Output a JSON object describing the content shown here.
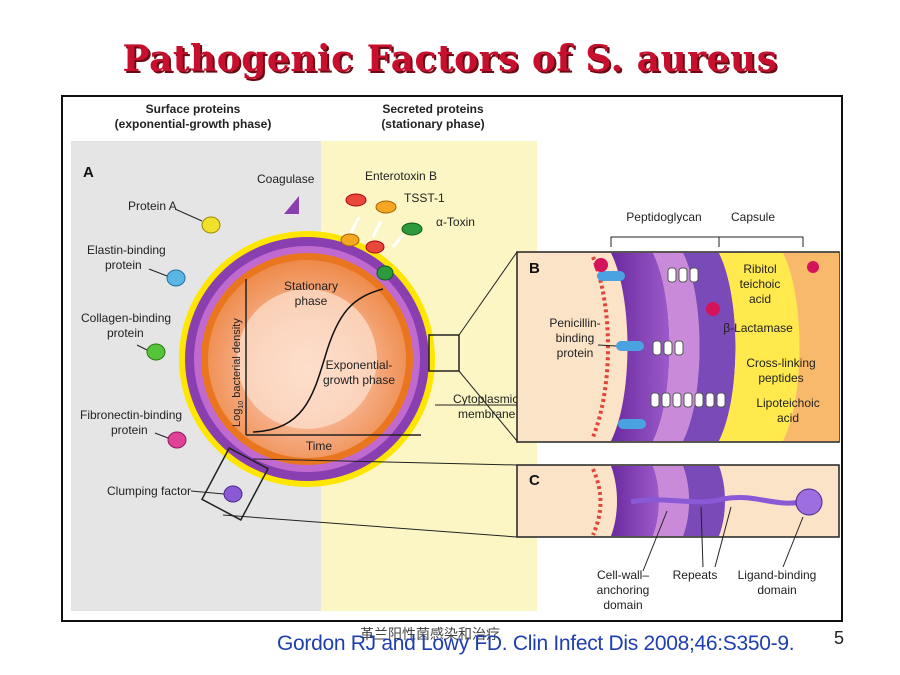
{
  "slide": {
    "title": "Pathogenic Factors of S. aureus",
    "citation": "Gordon RJ and Lowy FD. Clin Infect Dis 2008;46:S350-9.",
    "footer": "革兰阳性菌感染和治疗",
    "page_number": "5"
  },
  "figure": {
    "header_left": [
      "Surface proteins",
      "(exponential-growth phase)"
    ],
    "header_right": [
      "Secreted proteins",
      "(stationary phase)"
    ],
    "panel_a": "A",
    "panel_b": "B",
    "panel_c": "C",
    "surface_labels": {
      "protein_a": "Protein A",
      "elastin": [
        "Elastin-binding",
        "protein"
      ],
      "collagen": [
        "Collagen-binding",
        "protein"
      ],
      "fibronectin": [
        "Fibronectin-binding",
        "protein"
      ],
      "clumping": "Clumping factor"
    },
    "secreted_labels": {
      "coagulase": "Coagulase",
      "enterotoxin": "Enterotoxin B",
      "tsst": "TSST-1",
      "alpha_toxin": "α-Toxin"
    },
    "graph": {
      "ylabel_prefix": "Log",
      "ylabel_sub": "10",
      "ylabel_suffix": " bacterial density",
      "xlabel": "Time",
      "stationary": [
        "Stationary",
        "phase"
      ],
      "exponential": [
        "Exponential-",
        "growth phase"
      ]
    },
    "membrane": [
      "Cytoplasmic",
      "membrane"
    ],
    "panel_b_labels": {
      "peptidoglycan": "Peptidoglycan",
      "capsule": "Capsule",
      "pbp": [
        "Penicillin-",
        "binding",
        "protein"
      ],
      "ribitol": [
        "Ribitol",
        "teichoic",
        "acid"
      ],
      "lactamase": "β-Lactamase",
      "crosslink": [
        "Cross-linking",
        "peptides"
      ],
      "lipoteichoic": [
        "Lipoteichoic",
        "acid"
      ]
    },
    "panel_c_labels": {
      "anchor": [
        "Cell-wall–",
        "anchoring",
        "domain"
      ],
      "repeats": "Repeats",
      "ligand": [
        "Ligand-binding",
        "domain"
      ]
    }
  }
}
